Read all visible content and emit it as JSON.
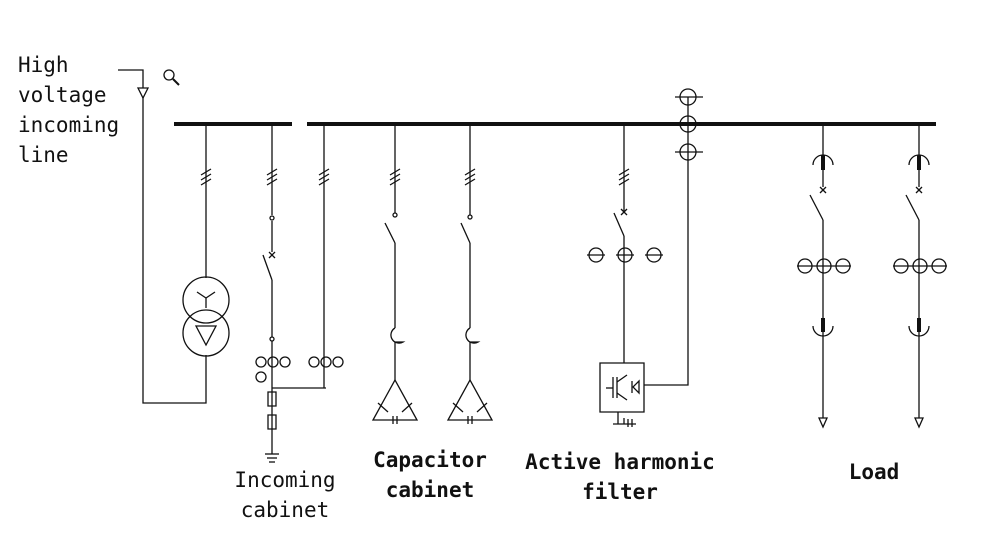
{
  "labels": {
    "high_voltage": [
      "High",
      "voltage",
      "incoming",
      "line"
    ],
    "incoming_cabinet": [
      "Incoming",
      "cabinet"
    ],
    "capacitor_cabinet": [
      "Capacitor",
      "cabinet"
    ],
    "active_filter": [
      "Active harmonic",
      "filter"
    ],
    "load": "Load"
  },
  "colors": {
    "line": "#111111",
    "background": "#ffffff"
  },
  "icons": [
    "magnifier-icon",
    "transformer-icon",
    "switch-icon",
    "current-transformer-icon",
    "fuse-icon",
    "ground-icon",
    "capacitor-bank-icon",
    "igbt-module-icon",
    "breaker-icon",
    "load-arrow-icon"
  ]
}
